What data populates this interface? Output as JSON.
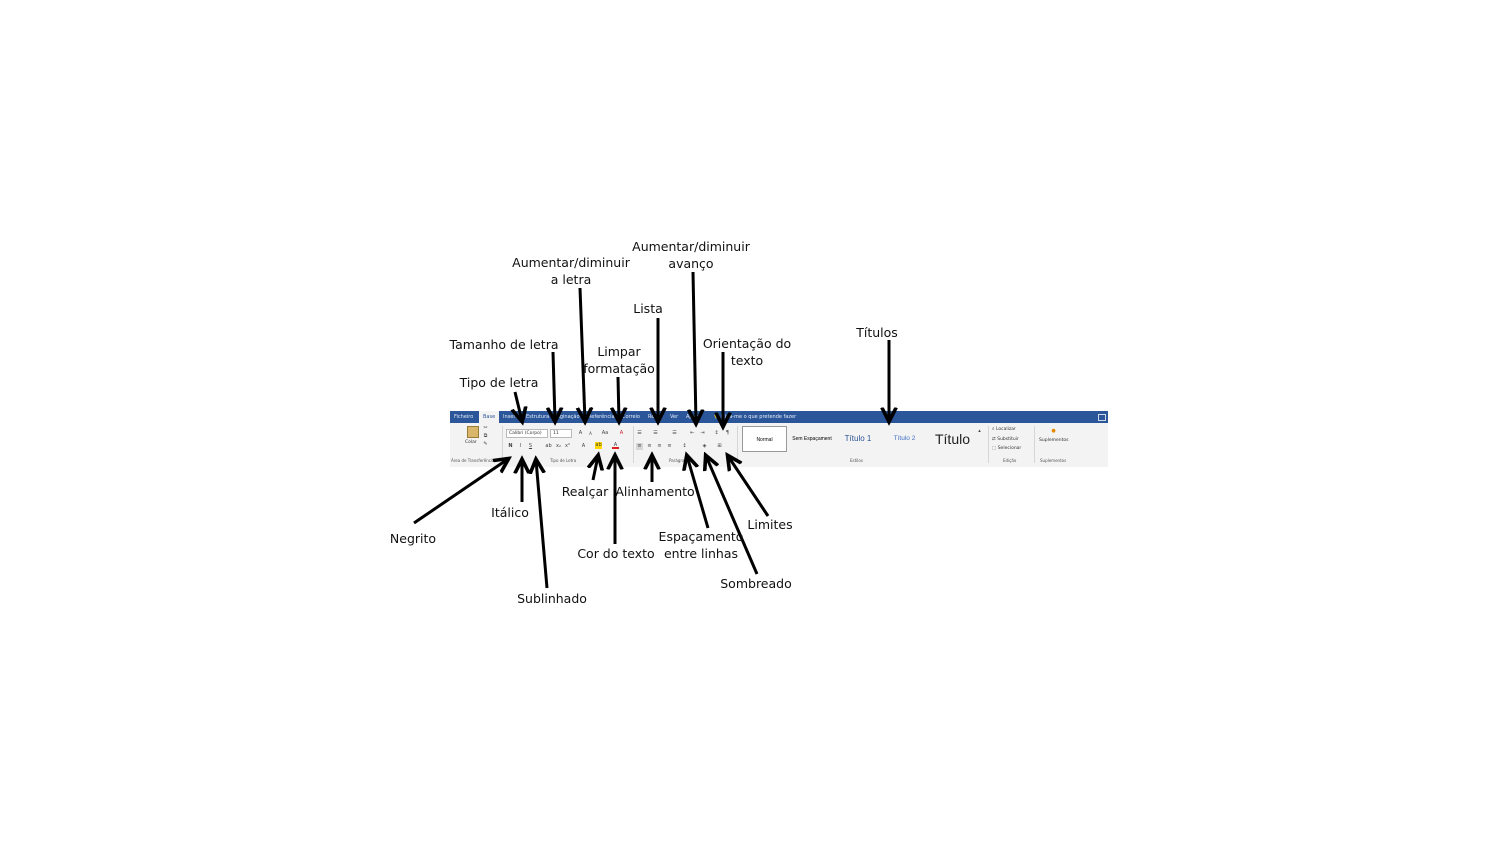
{
  "ribbon": {
    "tabs": [
      "Ficheiro",
      "Base",
      "Inserir",
      "Estrutura",
      "Paginação",
      "Referências",
      "Correio",
      "Rever",
      "Ver",
      "Ajuda"
    ],
    "tell_me": "Diga-me o que pretende fazer",
    "clipboard": {
      "paste": "Colar",
      "group": "Área de Transferência"
    },
    "font": {
      "name": "Calibri (Corpo)",
      "size": "11",
      "bold": "N",
      "italic": "I",
      "underline": "S",
      "group": "Tipo de Letra"
    },
    "paragraph_group": "Parágrafo",
    "styles": {
      "items": [
        "Normal",
        "Sem Espaçament",
        "Título 1",
        "Título 2",
        "Título"
      ],
      "group": "Estilos"
    },
    "editing": {
      "find": "Localizar",
      "replace": "Substituir",
      "select": "Selecionar",
      "group": "Edição"
    },
    "addins": {
      "label": "Suplementos",
      "group": "Suplementos"
    }
  },
  "annotations": {
    "tipo_de_letra": "Tipo de letra",
    "tamanho_de_letra": "Tamanho de letra",
    "aumentar_letra": "Aumentar/diminuir\na letra",
    "limpar_formatacao": "Limpar\nformatação",
    "lista": "Lista",
    "aumentar_avanco": "Aumentar/diminuir\navanço",
    "orientacao": "Orientação do\ntexto",
    "titulos": "Títulos",
    "negrito": "Negrito",
    "italico": "Itálico",
    "sublinhado": "Sublinhado",
    "realcar": "Realçar",
    "cor_do_texto": "Cor do texto",
    "alinhamento": "Alinhamento",
    "espacamento": "Espaçamento\nentre linhas",
    "limites": "Limites",
    "sombreado": "Sombreado"
  },
  "colors": {
    "ribbon_blue": "#2b579a",
    "arrow": "#000000",
    "highlight": "#ffd800",
    "font_color": "#e02020"
  }
}
